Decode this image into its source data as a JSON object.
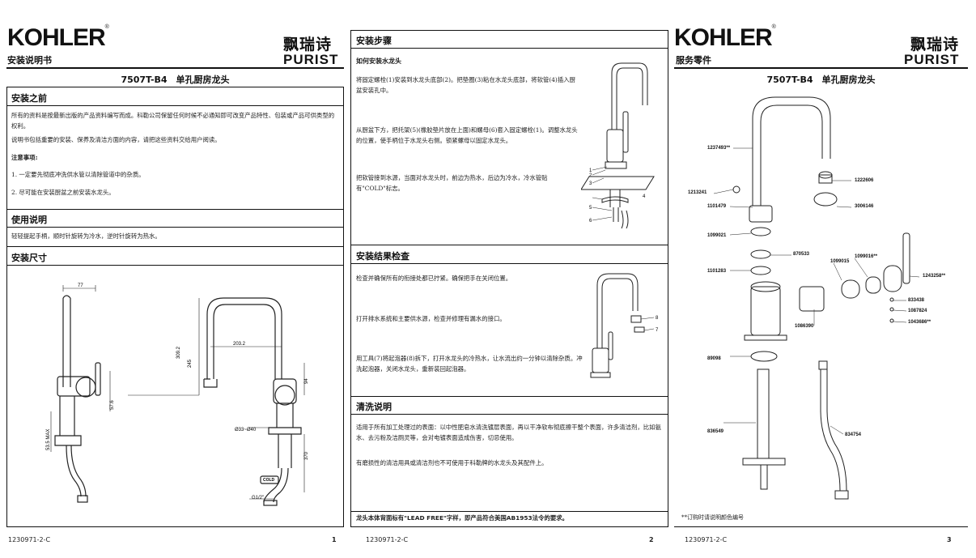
{
  "page1": {
    "brand": "KOHLER",
    "reg": "®",
    "subtitle": "安装说明书",
    "series_script": "飘瑞诗",
    "series": "PURIST",
    "model_title": "7507T-B4　单孔厨房龙头",
    "sec_before": "安装之前",
    "before_p1": "所有的资料是按最新出版的产品资料编写而成。科勒公司保留任何时候不必通知即可改变产品特性、包装或产品可供类型的权利。",
    "before_p2": "说明书包括重要的安装、保养及清洁方面的内容，请把这些资料交给用户阅读。",
    "notes_title": "注意事项:",
    "note1": "1. 一定要先彻底冲洗供水管以清除管道中的杂质。",
    "note2": "2. 尽可能在安装厨盆之前安装水龙头。",
    "sec_usage": "使用说明",
    "usage_text": "轻轻提起手柄，顺时针旋转为冷水，逆时针旋转为热水。",
    "sec_dims": "安装尺寸",
    "dims": {
      "d77": "77",
      "d57_6": "57.6",
      "d53_5max": "53.5 MAX",
      "d203_2": "203.2",
      "d309_2": "309.2",
      "d245": "245",
      "d94": "94",
      "d33_40": "Ø33~Ø40",
      "d370": "370",
      "cold": "COLD",
      "g12": "G1/2\""
    },
    "footer_code": "1230971-2-C",
    "page_num": "1"
  },
  "page2": {
    "sec_steps": "安装步骤",
    "how_title": "如何安装水龙头",
    "step1": "将固定螺栓(1)安装到水龙头底部(2)。把垫圈(3)粘在水龙头底部，将软管(4)插入厨盆安装孔中。",
    "step2": "从厨盆下方，把托架(5)(橡胶垫片放在上面)和螺母(6)套入固定螺栓(1)。调整水龙头的位置，使手柄位于水龙头右侧。锁紧螺母以固定水龙头。",
    "step3": "把软管接到水源，当面对水龙头时，前边为热水，后边为冷水，冷水管贴有\"COLD\"标志。",
    "callouts": [
      "1",
      "2",
      "3",
      "4",
      "5",
      "6"
    ],
    "sec_check": "安装结果检查",
    "check1": "检查并确保所有的衔接处都已拧紧。确保把手在关闭位置。",
    "check2": "打开排水系统和主要供水源，检查并修理有漏水的接口。",
    "check3": "用工具(7)将起泡器(8)拆下，打开水龙头的冷热水，让水流出约一分钟以清除杂质。冲洗起泡器，关闭水龙头，重新装回起泡器。",
    "check_callouts": [
      "8",
      "7"
    ],
    "sec_clean": "清洗说明",
    "clean1": "适用于所有加工处理过的表面：以中性肥皂水清洗镀层表面，再以干净软布彻底擦干整个表面，许多清洁剂，比如氨水、去污粉及洁厕灵等，会对电镀表面造成伤害，切忌使用。",
    "clean2": "有磨损性的清洁用具或清洁剂也不可使用于科勒牌的水龙头及其配件上。",
    "lead_free": "龙头本体背面标有\"LEAD FREE\"字样，即产品符合美国AB1953法令的要求。",
    "footer_code": "1230971-2-C",
    "page_num": "2"
  },
  "page3": {
    "brand": "KOHLER",
    "reg": "®",
    "subtitle": "服务零件",
    "series_script": "飘瑞诗",
    "series": "PURIST",
    "model_title": "7507T-B4　单孔厨房龙头",
    "parts": [
      "1237493**",
      "1222606",
      "1213241",
      "1101479",
      "3006146",
      "1099021",
      "870533",
      "1099015",
      "1099016**",
      "1101283",
      "1243258**",
      "833438",
      "1087824",
      "1043686**",
      "1086390",
      "89098",
      "836549",
      "834754"
    ],
    "note": "**订购时请说明颜色编号",
    "footer_code": "1230971-2-C",
    "page_num": "3"
  }
}
